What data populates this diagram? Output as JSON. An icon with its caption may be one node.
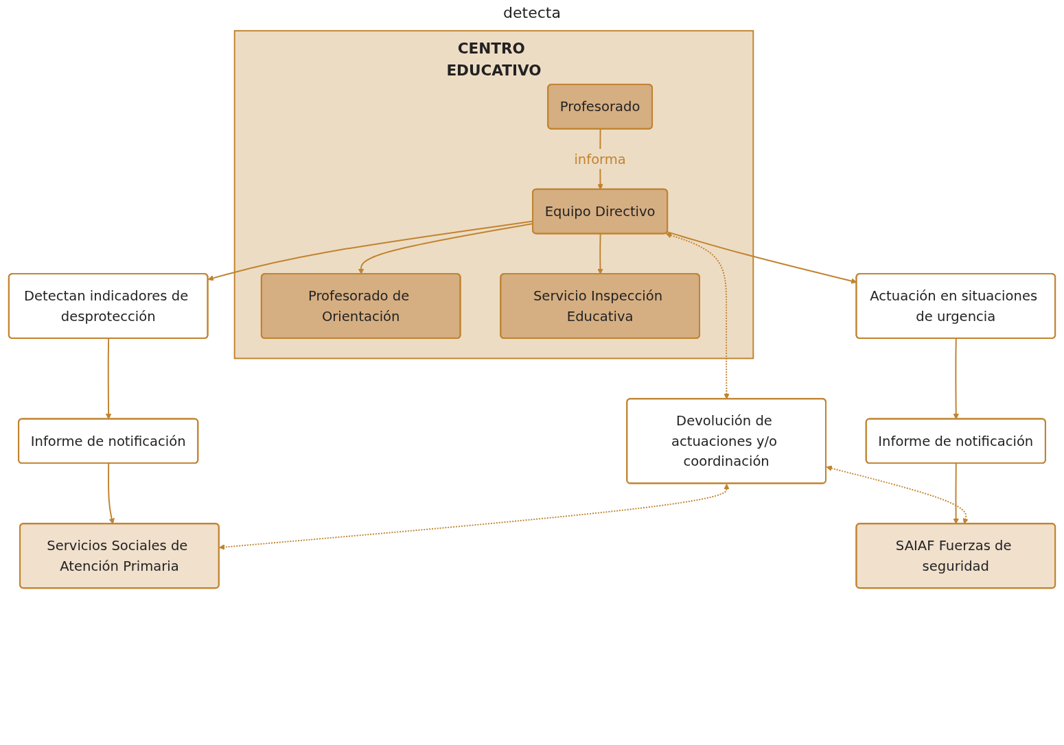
{
  "diagram": {
    "nodes": [
      {
        "text": [
          "CENTRO EDUCATIVO"
        ]
      },
      {
        "text": [
          "Profesorado"
        ],
        "in": 0
      },
      {
        "text": [
          "Profesorado de Orientación"
        ],
        "in": 0
      },
      {
        "text": [
          "Servicio Inspección Educativa"
        ],
        "in": 0
      },
      {
        "text": [
          "Equipo Directivo"
        ],
        "in": 0
      },
      {
        "text": [
          "Detectan indicadores de desprotección"
        ]
      },
      {
        "text": [
          "Actuación en situaciones de urgencia"
        ]
      },
      {
        "text": [
          "Informe de notificación"
        ]
      },
      {
        "text": [
          "Devolución de actuaciones y/o coordinación"
        ]
      },
      {
        "text": [
          "Informe de notificación"
        ]
      },
      {
        "text": [
          "Servicios Sociales de Atención Primaria"
        ]
      },
      {
        "text": [
          "SAIAF Fuerzas de seguridad"
        ]
      }
    ],
    "edges": [
      {
        "from": 1,
        "to": 4,
        "arrow": "to",
        "label": "informa"
      },
      {
        "from": 4,
        "to": 3,
        "arrow": "to"
      },
      {
        "from": 4,
        "to": 2,
        "arrow": "to"
      },
      {
        "from": 4,
        "to": 5,
        "arrow": "to"
      },
      {
        "from": 4,
        "to": 8,
        "arrow": "both",
        "style": "dashed"
      },
      {
        "from": 4,
        "to": 6,
        "arrow": "to"
      },
      {
        "from": 5,
        "to": 7,
        "arrow": "to"
      },
      {
        "from": 6,
        "to": 9,
        "arrow": "to"
      },
      {
        "from": 7,
        "to": 10,
        "arrow": "to"
      },
      {
        "from": 9,
        "to": 11,
        "arrow": "to"
      },
      {
        "from": 8,
        "to": 10,
        "arrow": "both",
        "style": "dashed"
      },
      {
        "from": 8,
        "to": 11,
        "arrow": "both",
        "style": "dashed"
      }
    ],
    "labels": [
      "detecta"
    ]
  }
}
